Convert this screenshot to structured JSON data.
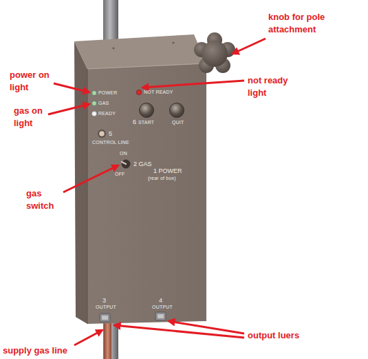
{
  "diagram": {
    "labels": [
      "knob for pole attachment",
      "power on light",
      "POWER",
      "gas on light",
      "GAS",
      "READY",
      "NOT READY",
      "not ready light",
      "6",
      "START",
      "QUIT",
      "5",
      "CONTROL LINE",
      "ON",
      "2 GAS",
      "gas switch",
      "OFF",
      "1 POWER",
      "(rear of box)",
      "3",
      "OUTPUT",
      "4",
      "OUTPUT",
      "output luers",
      "supply gas line"
    ]
  }
}
